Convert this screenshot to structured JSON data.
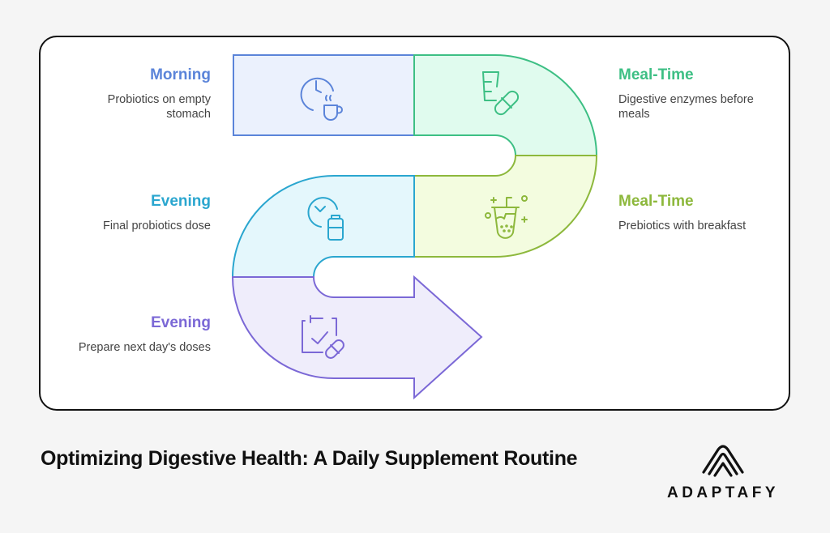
{
  "steps": [
    {
      "title": "Morning",
      "desc": "Probiotics on empty stomach",
      "color": "#5b84d9",
      "fill": "#ebf1fd",
      "icon": "clock-coffee-icon"
    },
    {
      "title": "Meal-Time",
      "desc": "Digestive enzymes before meals",
      "color": "#3dbf84",
      "fill": "#e0fbee",
      "icon": "beaker-pill-icon"
    },
    {
      "title": "Meal-Time",
      "desc": "Prebiotics with breakfast",
      "color": "#8db83c",
      "fill": "#f3fcdf",
      "icon": "bubble-tea-icon"
    },
    {
      "title": "Evening",
      "desc": "Final probiotics dose",
      "color": "#2aa6cf",
      "fill": "#e4f7fc",
      "icon": "clock-bottle-icon"
    },
    {
      "title": "Evening",
      "desc": "Prepare next day's doses",
      "color": "#7b68d6",
      "fill": "#efedfb",
      "icon": "calendar-pill-icon"
    }
  ],
  "footer": {
    "title": "Optimizing Digestive Health: A Daily Supplement Routine",
    "brand": "ADAPTAFY"
  }
}
